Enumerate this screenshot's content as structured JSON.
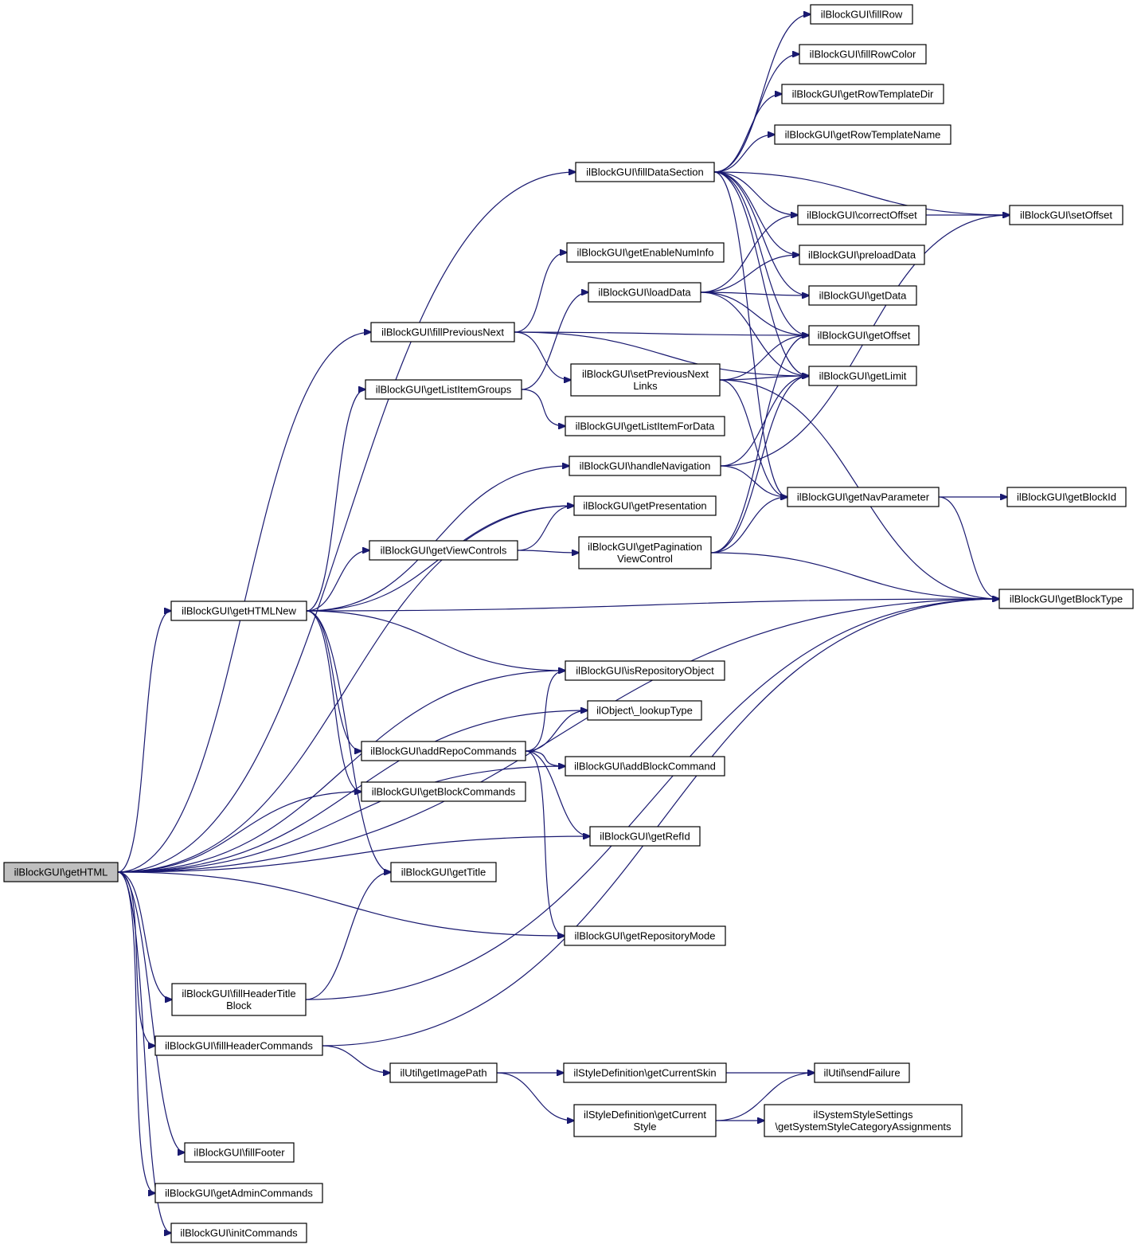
{
  "diagram": {
    "colors": {
      "edge": "#191970",
      "node_fill": "#ffffff",
      "root_fill": "#bfbfbf",
      "border": "#000000"
    },
    "nodes": [
      {
        "id": "getHTML",
        "lines": [
          "ilBlockGUI\\getHTML"
        ],
        "root": true
      },
      {
        "id": "fillRow",
        "lines": [
          "ilBlockGUI\\fillRow"
        ]
      },
      {
        "id": "fillRowColor",
        "lines": [
          "ilBlockGUI\\fillRowColor"
        ]
      },
      {
        "id": "getRowTemplateDir",
        "lines": [
          "ilBlockGUI\\getRowTemplateDir"
        ]
      },
      {
        "id": "getRowTemplateName",
        "lines": [
          "ilBlockGUI\\getRowTemplateName"
        ]
      },
      {
        "id": "fillDataSection",
        "lines": [
          "ilBlockGUI\\fillDataSection"
        ]
      },
      {
        "id": "correctOffset",
        "lines": [
          "ilBlockGUI\\correctOffset"
        ]
      },
      {
        "id": "setOffset",
        "lines": [
          "ilBlockGUI\\setOffset"
        ]
      },
      {
        "id": "getEnableNumInfo",
        "lines": [
          "ilBlockGUI\\getEnableNumInfo"
        ]
      },
      {
        "id": "preloadData",
        "lines": [
          "ilBlockGUI\\preloadData"
        ]
      },
      {
        "id": "loadData",
        "lines": [
          "ilBlockGUI\\loadData"
        ]
      },
      {
        "id": "getData",
        "lines": [
          "ilBlockGUI\\getData"
        ]
      },
      {
        "id": "fillPreviousNext",
        "lines": [
          "ilBlockGUI\\fillPreviousNext"
        ]
      },
      {
        "id": "getOffset",
        "lines": [
          "ilBlockGUI\\getOffset"
        ]
      },
      {
        "id": "setPreviousNextLinks",
        "lines": [
          "ilBlockGUI\\setPreviousNext",
          "Links"
        ]
      },
      {
        "id": "getLimit",
        "lines": [
          "ilBlockGUI\\getLimit"
        ]
      },
      {
        "id": "getListItemGroups",
        "lines": [
          "ilBlockGUI\\getListItemGroups"
        ]
      },
      {
        "id": "getListItemForData",
        "lines": [
          "ilBlockGUI\\getListItemForData"
        ]
      },
      {
        "id": "handleNavigation",
        "lines": [
          "ilBlockGUI\\handleNavigation"
        ]
      },
      {
        "id": "getNavParameter",
        "lines": [
          "ilBlockGUI\\getNavParameter"
        ]
      },
      {
        "id": "getBlockId",
        "lines": [
          "ilBlockGUI\\getBlockId"
        ]
      },
      {
        "id": "getPresentation",
        "lines": [
          "ilBlockGUI\\getPresentation"
        ]
      },
      {
        "id": "getViewControls",
        "lines": [
          "ilBlockGUI\\getViewControls"
        ]
      },
      {
        "id": "getPaginationViewControl",
        "lines": [
          "ilBlockGUI\\getPagination",
          "ViewControl"
        ]
      },
      {
        "id": "getHTMLNew",
        "lines": [
          "ilBlockGUI\\getHTMLNew"
        ]
      },
      {
        "id": "getBlockType",
        "lines": [
          "ilBlockGUI\\getBlockType"
        ]
      },
      {
        "id": "isRepositoryObject",
        "lines": [
          "ilBlockGUI\\isRepositoryObject"
        ]
      },
      {
        "id": "lookupType",
        "lines": [
          "ilObject\\_lookupType"
        ]
      },
      {
        "id": "addRepoCommands",
        "lines": [
          "ilBlockGUI\\addRepoCommands"
        ]
      },
      {
        "id": "addBlockCommand",
        "lines": [
          "ilBlockGUI\\addBlockCommand"
        ]
      },
      {
        "id": "getBlockCommands",
        "lines": [
          "ilBlockGUI\\getBlockCommands"
        ]
      },
      {
        "id": "getRefId",
        "lines": [
          "ilBlockGUI\\getRefId"
        ]
      },
      {
        "id": "getTitle",
        "lines": [
          "ilBlockGUI\\getTitle"
        ]
      },
      {
        "id": "getRepositoryMode",
        "lines": [
          "ilBlockGUI\\getRepositoryMode"
        ]
      },
      {
        "id": "fillHeaderTitleBlock",
        "lines": [
          "ilBlockGUI\\fillHeaderTitle",
          "Block"
        ]
      },
      {
        "id": "fillHeaderCommands",
        "lines": [
          "ilBlockGUI\\fillHeaderCommands"
        ]
      },
      {
        "id": "getImagePath",
        "lines": [
          "ilUtil\\getImagePath"
        ]
      },
      {
        "id": "getCurrentSkin",
        "lines": [
          "ilStyleDefinition\\getCurrentSkin"
        ]
      },
      {
        "id": "sendFailure",
        "lines": [
          "ilUtil\\sendFailure"
        ]
      },
      {
        "id": "getCurrentStyle",
        "lines": [
          "ilStyleDefinition\\getCurrent",
          "Style"
        ]
      },
      {
        "id": "getSystemStyleCategoryAssignments",
        "lines": [
          "ilSystemStyleSettings",
          "\\getSystemStyleCategoryAssignments"
        ]
      },
      {
        "id": "fillFooter",
        "lines": [
          "ilBlockGUI\\fillFooter"
        ]
      },
      {
        "id": "getAdminCommands",
        "lines": [
          "ilBlockGUI\\getAdminCommands"
        ]
      },
      {
        "id": "initCommands",
        "lines": [
          "ilBlockGUI\\initCommands"
        ]
      }
    ],
    "edges": [
      [
        "getHTML",
        "fillDataSection"
      ],
      [
        "getHTML",
        "fillPreviousNext"
      ],
      [
        "getHTML",
        "getPresentation"
      ],
      [
        "getHTML",
        "getHTMLNew"
      ],
      [
        "getHTML",
        "isRepositoryObject"
      ],
      [
        "getHTML",
        "lookupType"
      ],
      [
        "getHTML",
        "getBlockCommands"
      ],
      [
        "getHTML",
        "addBlockCommand"
      ],
      [
        "getHTML",
        "getRefId"
      ],
      [
        "getHTML",
        "getRepositoryMode"
      ],
      [
        "getHTML",
        "fillHeaderTitleBlock"
      ],
      [
        "getHTML",
        "fillHeaderCommands"
      ],
      [
        "getHTML",
        "getBlockType"
      ],
      [
        "getHTML",
        "fillFooter"
      ],
      [
        "getHTML",
        "getAdminCommands"
      ],
      [
        "getHTML",
        "initCommands"
      ],
      [
        "fillDataSection",
        "fillRow"
      ],
      [
        "fillDataSection",
        "fillRowColor"
      ],
      [
        "fillDataSection",
        "getRowTemplateDir"
      ],
      [
        "fillDataSection",
        "getRowTemplateName"
      ],
      [
        "fillDataSection",
        "setOffset"
      ],
      [
        "fillDataSection",
        "correctOffset"
      ],
      [
        "fillDataSection",
        "preloadData"
      ],
      [
        "fillDataSection",
        "getData"
      ],
      [
        "fillDataSection",
        "getOffset"
      ],
      [
        "fillDataSection",
        "getLimit"
      ],
      [
        "fillDataSection",
        "getNavParameter"
      ],
      [
        "correctOffset",
        "setOffset"
      ],
      [
        "fillPreviousNext",
        "getEnableNumInfo"
      ],
      [
        "fillPreviousNext",
        "getOffset"
      ],
      [
        "fillPreviousNext",
        "getLimit"
      ],
      [
        "fillPreviousNext",
        "setPreviousNextLinks"
      ],
      [
        "loadData",
        "correctOffset"
      ],
      [
        "loadData",
        "preloadData"
      ],
      [
        "loadData",
        "getData"
      ],
      [
        "loadData",
        "getOffset"
      ],
      [
        "loadData",
        "getLimit"
      ],
      [
        "setPreviousNextLinks",
        "getOffset"
      ],
      [
        "setPreviousNextLinks",
        "getLimit"
      ],
      [
        "setPreviousNextLinks",
        "getNavParameter"
      ],
      [
        "setPreviousNextLinks",
        "getBlockType"
      ],
      [
        "getListItemGroups",
        "loadData"
      ],
      [
        "getListItemGroups",
        "getListItemForData"
      ],
      [
        "handleNavigation",
        "getLimit"
      ],
      [
        "handleNavigation",
        "getNavParameter"
      ],
      [
        "handleNavigation",
        "setOffset"
      ],
      [
        "getNavParameter",
        "getBlockId"
      ],
      [
        "getNavParameter",
        "getBlockType"
      ],
      [
        "getViewControls",
        "getPresentation"
      ],
      [
        "getViewControls",
        "getPaginationViewControl"
      ],
      [
        "getPaginationViewControl",
        "getOffset"
      ],
      [
        "getPaginationViewControl",
        "getLimit"
      ],
      [
        "getPaginationViewControl",
        "getNavParameter"
      ],
      [
        "getPaginationViewControl",
        "getBlockType"
      ],
      [
        "getHTMLNew",
        "getListItemGroups"
      ],
      [
        "getHTMLNew",
        "handleNavigation"
      ],
      [
        "getHTMLNew",
        "getPresentation"
      ],
      [
        "getHTMLNew",
        "getViewControls"
      ],
      [
        "getHTMLNew",
        "getBlockType"
      ],
      [
        "getHTMLNew",
        "isRepositoryObject"
      ],
      [
        "getHTMLNew",
        "addRepoCommands"
      ],
      [
        "getHTMLNew",
        "getBlockCommands"
      ],
      [
        "getHTMLNew",
        "getTitle"
      ],
      [
        "addRepoCommands",
        "isRepositoryObject"
      ],
      [
        "addRepoCommands",
        "lookupType"
      ],
      [
        "addRepoCommands",
        "addBlockCommand"
      ],
      [
        "addRepoCommands",
        "getRefId"
      ],
      [
        "addRepoCommands",
        "getRepositoryMode"
      ],
      [
        "fillHeaderTitleBlock",
        "getTitle"
      ],
      [
        "fillHeaderTitleBlock",
        "getBlockType"
      ],
      [
        "fillHeaderCommands",
        "getBlockType"
      ],
      [
        "fillHeaderCommands",
        "getImagePath"
      ],
      [
        "getImagePath",
        "getCurrentSkin"
      ],
      [
        "getImagePath",
        "getCurrentStyle"
      ],
      [
        "getCurrentSkin",
        "sendFailure"
      ],
      [
        "getCurrentStyle",
        "sendFailure"
      ],
      [
        "getCurrentStyle",
        "getSystemStyleCategoryAssignments"
      ]
    ]
  }
}
